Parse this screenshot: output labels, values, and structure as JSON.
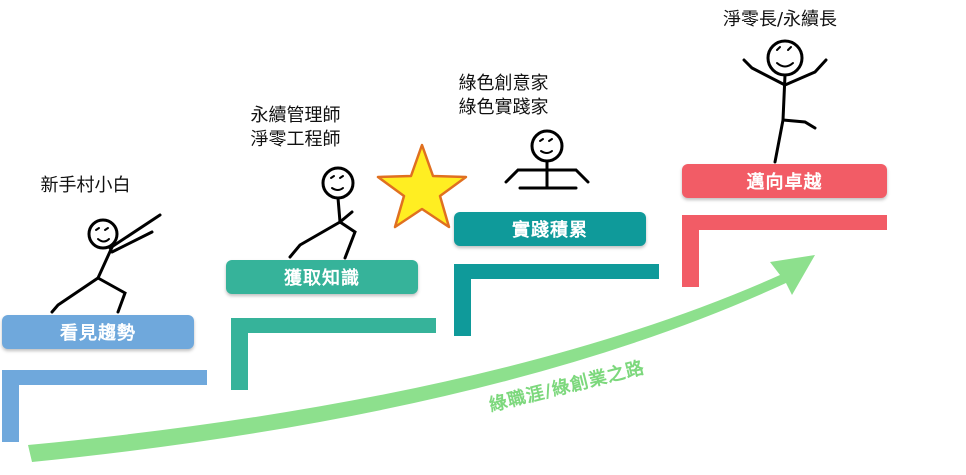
{
  "stages": [
    {
      "title": "新手村小白",
      "button": "看見趨勢",
      "color": "#6fa8dc"
    },
    {
      "title": "永續管理師\n淨零工程師",
      "button": "獲取知識",
      "color": "#36b39a"
    },
    {
      "title": "綠色創意家\n綠色實踐家",
      "button": "實踐積累",
      "color": "#0f9a9a"
    },
    {
      "title": "淨零長/永續長",
      "button": "邁向卓越",
      "color": "#f25c66"
    }
  ],
  "path_label": "綠職涯/綠創業之路",
  "colors": {
    "arrow": "#8de08d",
    "star_fill": "#ffee22",
    "star_stroke": "#e07020"
  },
  "icons": [
    "stick-figure-icon",
    "star-icon",
    "growth-arrow-icon"
  ]
}
